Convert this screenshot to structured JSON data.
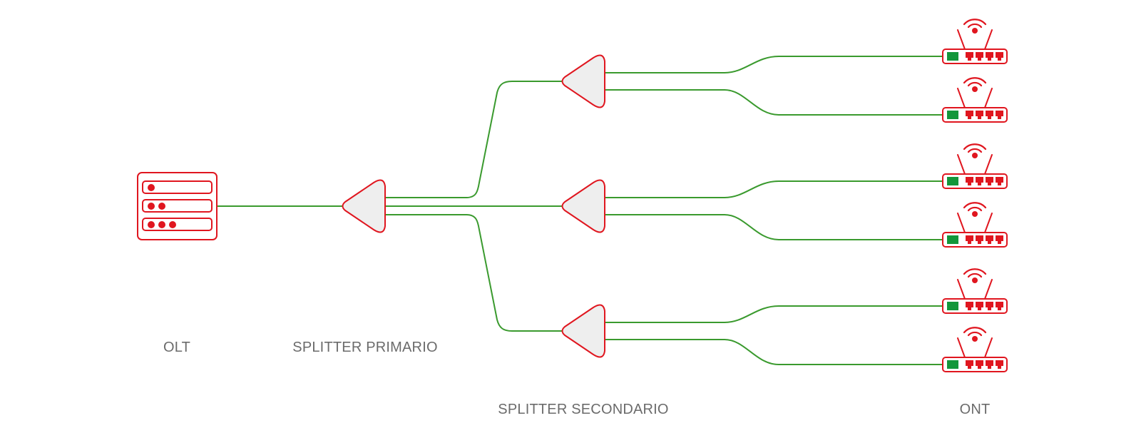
{
  "labels": {
    "olt": "OLT",
    "primary_splitter": "SPLITTER PRIMARIO",
    "secondary_splitter": "SPLITTER SECONDARIO",
    "ont": "ONT"
  },
  "colors": {
    "device_stroke": "#e0161f",
    "device_fill": "#ffffff",
    "splitter_fill": "#eeeeee",
    "fiber": "#3a9a2e",
    "ont_port_green": "#13963a",
    "label_text": "#6b6b6b"
  },
  "icons": {
    "olt": "server-rack-icon",
    "splitter": "splitter-triangle-icon",
    "ont": "wifi-router-icon"
  },
  "topology": {
    "olt_count": 1,
    "primary_splitters": 1,
    "secondary_splitters": 3,
    "onts_per_secondary": 2,
    "ont_count": 6
  }
}
